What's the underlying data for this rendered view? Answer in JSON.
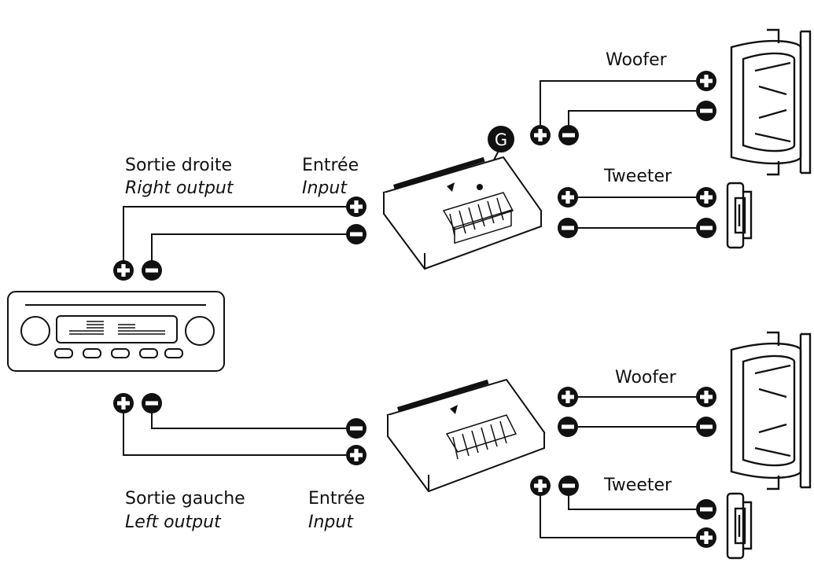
{
  "labels": {
    "right_output_fr": "Sortie droite",
    "right_output_en": "Right output",
    "left_output_fr": "Sortie gauche",
    "left_output_en": "Left output",
    "input_fr_top": "Entrée",
    "input_en_top": "Input",
    "input_fr_bottom": "Entrée",
    "input_en_bottom": "Input",
    "woofer_top": "Woofer",
    "tweeter_top": "Tweeter",
    "woofer_bottom": "Woofer",
    "tweeter_bottom": "Tweeter",
    "ground_badge": "G"
  },
  "icons": {
    "positive_terminal": "plus-terminal-icon",
    "negative_terminal": "minus-terminal-icon"
  },
  "colors": {
    "line": "#111111",
    "terminal_fill": "#111111",
    "terminal_symbol": "#ffffff",
    "background": "#ffffff"
  }
}
